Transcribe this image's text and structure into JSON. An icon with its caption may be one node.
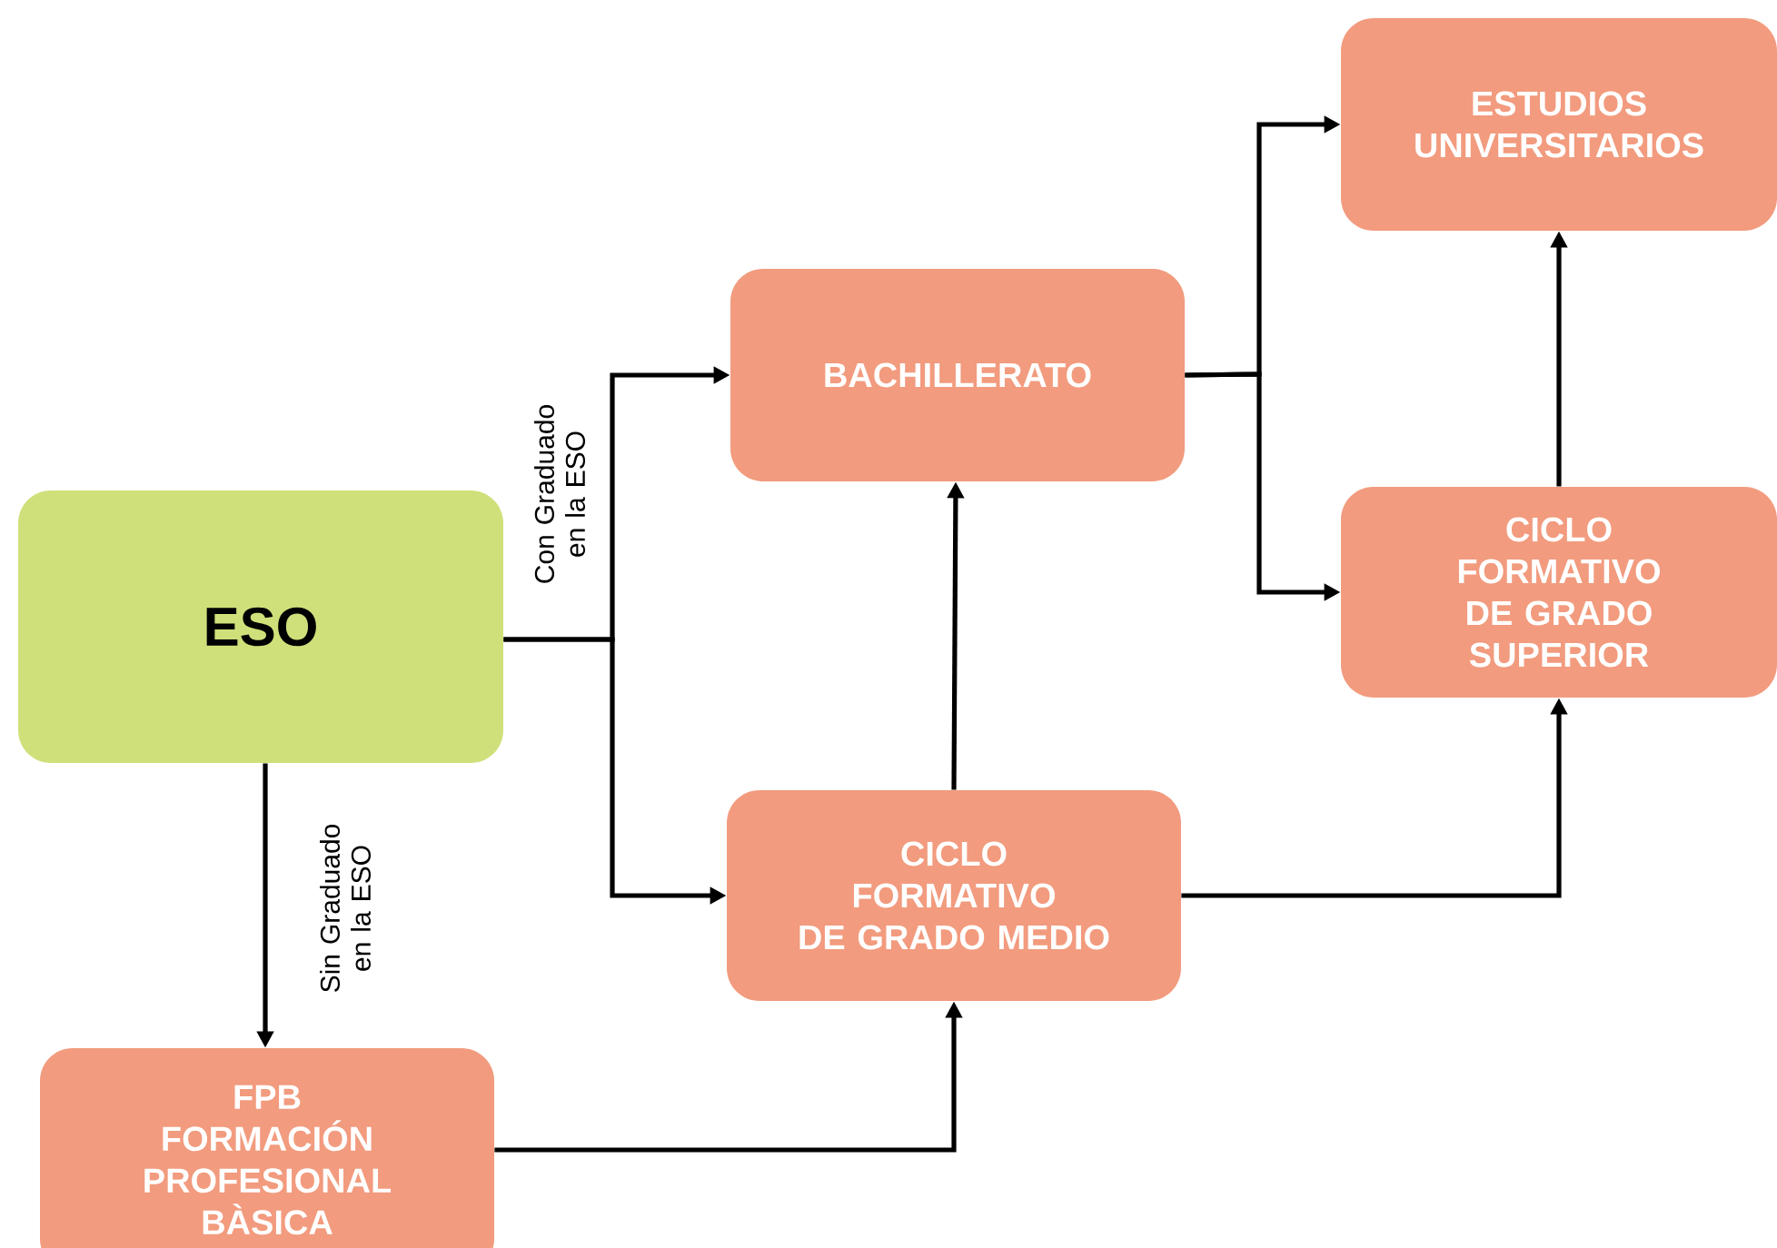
{
  "diagram": {
    "nodes": [
      {
        "text": [
          "ESO"
        ]
      },
      {
        "text": [
          "BACHILLERATO"
        ]
      },
      {
        "text": [
          "CICLO FORMATIVO DE GRADO MEDIO"
        ]
      },
      {
        "text": [
          "FPB FORMACIÓN PROFESIONAL BÀSICA"
        ]
      },
      {
        "text": [
          "ESTUDIOS UNIVERSITARIOS"
        ]
      },
      {
        "text": [
          "CICLO FORMATIVO DE GRADO SUPERIOR"
        ]
      }
    ],
    "edges": [
      {
        "from": 0,
        "to": 1,
        "arrow": "to",
        "label": "Con Graduado en la ESO"
      },
      {
        "from": 0,
        "to": 2,
        "arrow": "to"
      },
      {
        "from": 0,
        "to": 3,
        "arrow": "to",
        "label": "Sin Graduado en la ESO"
      },
      {
        "from": 3,
        "to": 2,
        "arrow": "to"
      },
      {
        "from": 2,
        "to": 1,
        "arrow": "to"
      },
      {
        "from": 2,
        "to": 5,
        "arrow": "to"
      },
      {
        "from": 1,
        "to": 4,
        "arrow": "to"
      },
      {
        "from": 1,
        "to": 5,
        "arrow": "to"
      },
      {
        "from": 5,
        "to": 4,
        "arrow": "to"
      }
    ]
  }
}
